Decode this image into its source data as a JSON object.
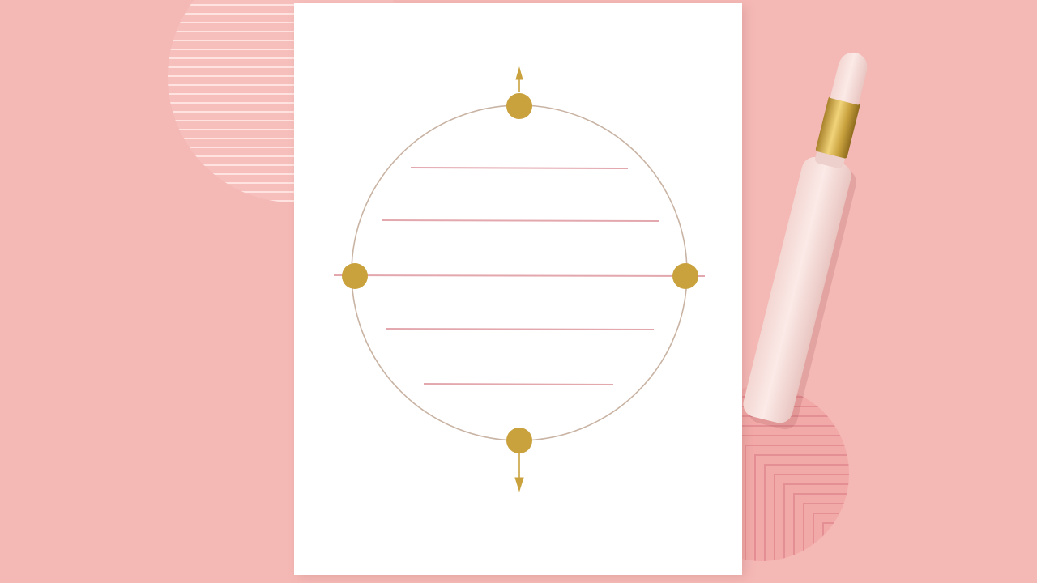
{
  "scene": {
    "description_free": true,
    "background_color": "#f4b8b5",
    "accent_stripe_color": "#ffe3e1",
    "paper_color": "#ffffff",
    "circle_stroke_color": "#c9b3a3",
    "writing_line_color": "#e3a7ae",
    "gold_color": "#c9a23e",
    "pen_body_color": "#f7e1de",
    "pen_band_color": "#c9a23e"
  },
  "template": {
    "writing_line_count": 5,
    "compass_dot_count": 4,
    "arrow_directions": [
      "up",
      "down"
    ]
  }
}
